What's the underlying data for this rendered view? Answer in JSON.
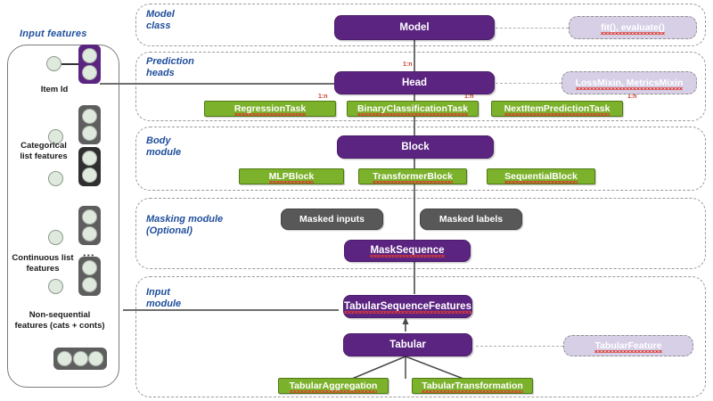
{
  "input_panel": {
    "title": "Input features",
    "features": [
      {
        "label": "Item Id",
        "icon": "two-slot-sequence-accent"
      },
      {
        "label": "Categorical\nlist features",
        "icon": "two-slot-sequence"
      },
      {
        "label": "Continuous list\nfeatures",
        "icon": "two-slot-sequence"
      },
      {
        "label": "Non-sequential\nfeatures (cats + conts)",
        "icon": "three-slot-row"
      }
    ],
    "labels": {
      "item_id": "Item Id",
      "categorical_l1": "Categorical",
      "categorical_l2": "list features",
      "continuous_l1": "Continuous list",
      "continuous_l2": "features",
      "nonseq_l1": "Non-sequential",
      "nonseq_l2": "features (cats + conts)"
    }
  },
  "sections": [
    {
      "id": "model-class",
      "label_l1": "Model",
      "label_l2": "class"
    },
    {
      "id": "prediction-heads",
      "label_l1": "Prediction",
      "label_l2": "heads"
    },
    {
      "id": "body-module",
      "label_l1": "Body",
      "label_l2": "module"
    },
    {
      "id": "masking-module",
      "label_l1": "Masking module",
      "label_l2": "(Optional)"
    },
    {
      "id": "input-module",
      "label_l1": "Input",
      "label_l2": "module"
    }
  ],
  "nodes": {
    "model": "Model",
    "model_mixin": "fit(), evaluate()",
    "head": "Head",
    "head_mixin": "LossMixin, MetricsMixin",
    "regression_task": "RegressionTask",
    "binary_classification_task": "BinaryClassificationTask",
    "next_item_prediction_task": "NextItemPredictionTask",
    "block": "Block",
    "mlp_block": "MLPBlock",
    "transformer_block": "TransformerBlock",
    "sequential_block": "SequentialBlock",
    "masked_inputs": "Masked inputs",
    "masked_labels": "Masked labels",
    "mask_sequence": "MaskSequence",
    "tabular_sequence_features": "TabularSequenceFeatures",
    "tabular": "Tabular",
    "tabular_feature": "TabularFeature",
    "tabular_aggregation": "TabularAggregation",
    "tabular_transformation": "TabularTransformation"
  },
  "cardinalities": {
    "model_to_head": "1:n",
    "head_to_regression": "1:n",
    "head_to_binary": "1:n",
    "head_to_nextitem": "1:n"
  },
  "colors": {
    "purple": "#5B2480",
    "green": "#7CB12C",
    "gray": "#585858",
    "lavender": "#D6CFE6",
    "section_label_blue": "#1F4E9C",
    "cardinality_red": "#d13b2c",
    "node_green": "#dfe9de",
    "connector_gray": "#6e6e6e"
  }
}
